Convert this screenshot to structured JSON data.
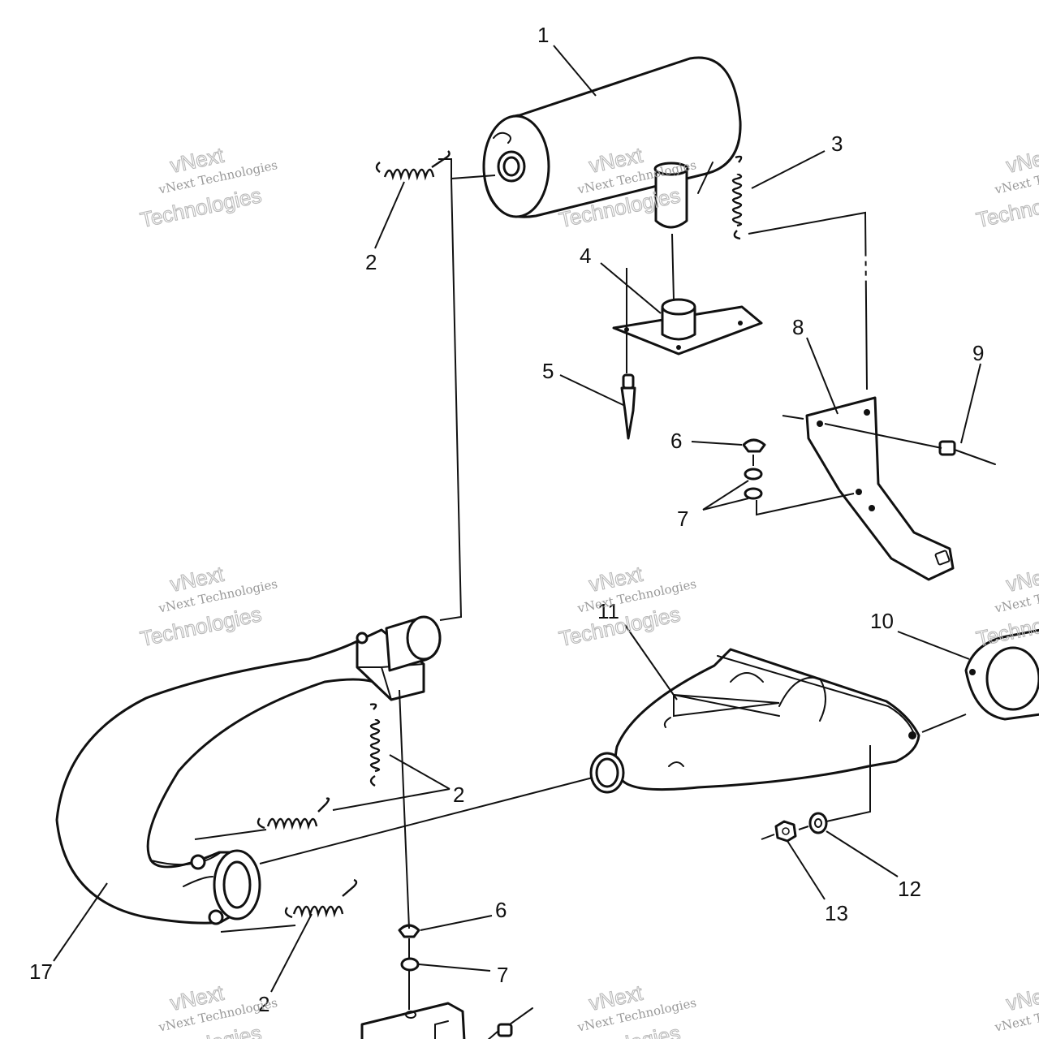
{
  "callouts": [
    {
      "id": "c1",
      "text": "1"
    },
    {
      "id": "c2a",
      "text": "2"
    },
    {
      "id": "c3",
      "text": "3"
    },
    {
      "id": "c4",
      "text": "4"
    },
    {
      "id": "c5",
      "text": "5"
    },
    {
      "id": "c6a",
      "text": "6"
    },
    {
      "id": "c7a",
      "text": "7"
    },
    {
      "id": "c8",
      "text": "8"
    },
    {
      "id": "c9",
      "text": "9"
    },
    {
      "id": "c10",
      "text": "10"
    },
    {
      "id": "c11",
      "text": "11"
    },
    {
      "id": "c2b",
      "text": "2"
    },
    {
      "id": "c12",
      "text": "12"
    },
    {
      "id": "c13",
      "text": "13"
    },
    {
      "id": "c6b",
      "text": "6"
    },
    {
      "id": "c7b",
      "text": "7"
    },
    {
      "id": "c17",
      "text": "17"
    },
    {
      "id": "c2c",
      "text": "2"
    }
  ],
  "watermark": {
    "line1": "vNext Technologies",
    "line2": "vNext",
    "line3": "Technologies"
  }
}
